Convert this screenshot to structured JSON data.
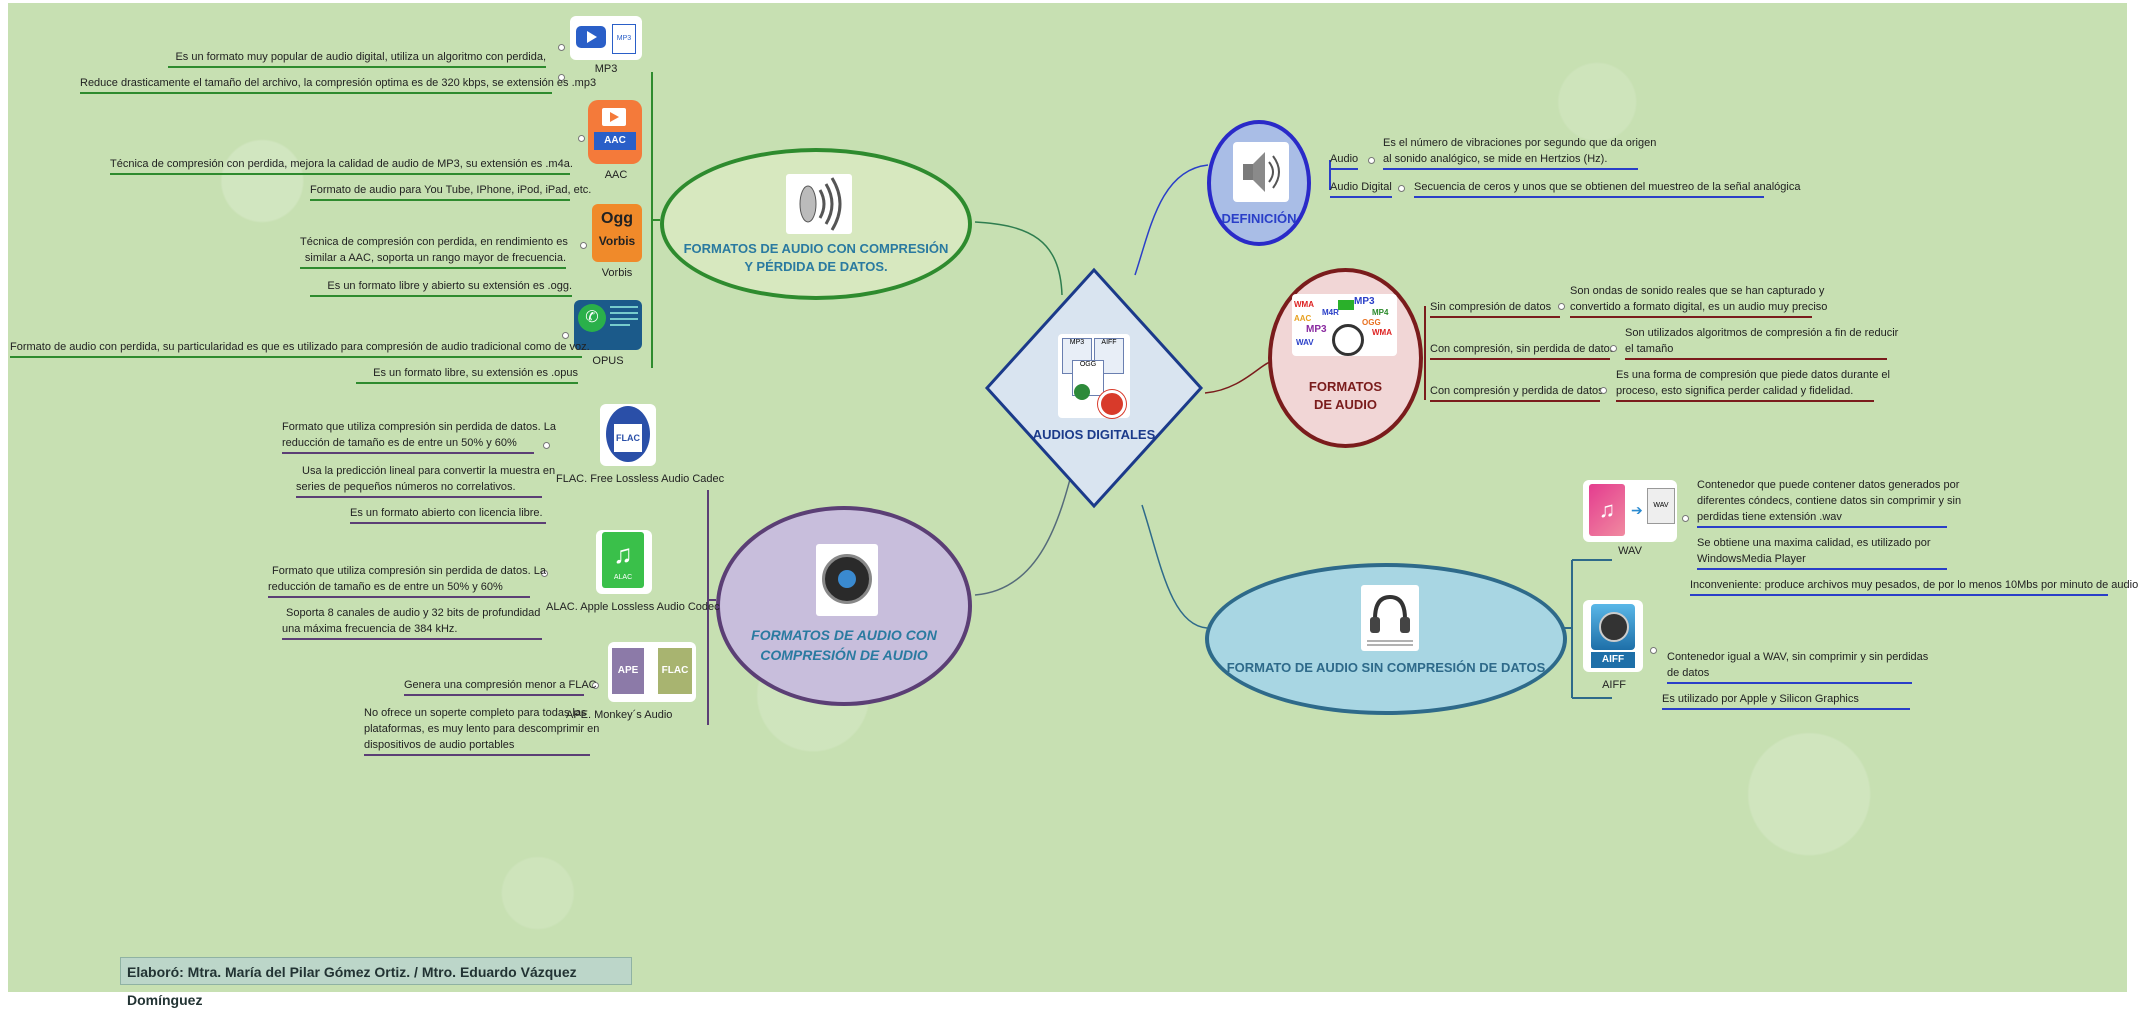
{
  "center": {
    "title": "AUDIOS DIGITALES"
  },
  "definicion": {
    "title": "DEFINICIÓN",
    "items": [
      {
        "label": "Audio",
        "desc": [
          "Es el número de vibraciones por segundo que da origen",
          "al sonido analógico, se mide en Hertzios (Hz)."
        ]
      },
      {
        "label": "Audio Digital",
        "desc": [
          "Secuencia de ceros y unos que se obtienen del muestreo de la señal analógica"
        ]
      }
    ]
  },
  "formatos": {
    "title": [
      "FORMATOS",
      "DE AUDIO"
    ],
    "items": [
      {
        "label": "Sin compresión de datos",
        "desc": [
          "Son ondas de sonido reales que se han capturado y",
          "convertido a formato digital, es un audio muy preciso"
        ]
      },
      {
        "label": "Con compresión, sin perdida de datos",
        "desc": [
          "Son utilizados algoritmos de compresión a fin de reducir",
          "el tamaño"
        ]
      },
      {
        "label": "Con compresión y perdida de datos",
        "desc": [
          "Es una forma de compresión que piede datos durante el",
          "proceso, esto significa perder calidad y fidelidad."
        ]
      }
    ],
    "icon_labels": [
      "WMA",
      "MP3",
      "M4R",
      "MP4",
      "AAC",
      "MP3",
      "OGG",
      "WAV",
      "WMA"
    ]
  },
  "sin_compresion": {
    "title": "FORMATO DE AUDIO SIN COMPRESIÓN DE DATOS",
    "wav": {
      "label": "WAV",
      "desc": [
        [
          "Contenedor que puede contener datos generados por",
          "diferentes cóndecs, contiene datos sin comprimir y sin",
          "perdidas tiene extensión .wav"
        ],
        [
          "Se obtiene una maxima calidad, es utilizado por",
          "WindowsMedia Player"
        ],
        [
          "Inconveniente: produce archivos muy pesados, de por lo menos 10Mbs por minuto de audio"
        ]
      ]
    },
    "aiff": {
      "label": "AIFF",
      "icon_text": "AIFF",
      "desc": [
        [
          "Contenedor igual a WAV, sin comprimir y sin perdidas",
          "de datos"
        ],
        [
          "Es utilizado por Apple y Silicon Graphics"
        ]
      ]
    }
  },
  "perdida": {
    "title": [
      "FORMATOS DE AUDIO CON COMPRESIÓN",
      "Y PÉRDIDA DE DATOS."
    ],
    "mp3": {
      "label": "MP3",
      "icon_text": "MP3",
      "desc": [
        "Es un formato muy popular de audio digital, utiliza un algoritmo con perdida,",
        "Reduce drasticamente el tamaño del archivo, la compresión optima es de 320 kbps, se extensión es .mp3"
      ]
    },
    "aac": {
      "label": "AAC",
      "icon_text": "AAC",
      "desc": [
        "Técnica de compresión con perdida, mejora la calidad de audio de MP3, su extensión es .m4a.",
        "Formato de audio para You Tube, IPhone, iPod, iPad, etc."
      ]
    },
    "vorbis": {
      "label": "Vorbis",
      "icon_text": [
        "Ogg",
        "Vorbis"
      ],
      "desc": [
        [
          "Técnica de compresión con perdida, en rendimiento es",
          "similar a AAC, soporta un rango mayor de frecuencia."
        ],
        [
          "Es un formato libre y abierto su extensión es .ogg."
        ]
      ]
    },
    "opus": {
      "label": "OPUS",
      "desc": [
        "Formato de audio con perdida, su particularidad es que es utilizado para compresión de audio tradicional como de voz.",
        "Es  un formato libre, su extensión es .opus"
      ]
    }
  },
  "con_compresion": {
    "title": [
      "FORMATOS DE AUDIO CON",
      "COMPRESIÓN DE AUDIO"
    ],
    "flac": {
      "label": "FLAC. Free Lossless Audio Cadec",
      "icon_text": "FLAC",
      "desc": [
        [
          "Formato que utiliza compresión sin perdida de datos. La",
          "reducción de tamaño es de entre un 50% y 60%"
        ],
        [
          "Usa la predicción lineal para convertir la muestra en",
          "series de pequeños números no correlativos."
        ],
        [
          "Es un formato abierto con licencia libre."
        ]
      ]
    },
    "alac": {
      "label": "ALAC. Apple Lossless Audio Codec",
      "icon_text": "ALAC",
      "desc": [
        [
          "Formato que utiliza compresión sin perdida de datos. La",
          "reducción de tamaño es de entre un 50% y 60%"
        ],
        [
          "Soporta 8 canales de audio y 32 bits de profundidad",
          "una máxima frecuencia de 384 kHz."
        ]
      ]
    },
    "ape": {
      "label": "APE. Monkey´s Audio",
      "icon_text": [
        "APE",
        "FLAC"
      ],
      "desc": [
        [
          "Genera una compresión menor a FLAC"
        ],
        [
          "No ofrece un soperte completo para todas las",
          "plataformas, es muy lento para descomprimir en",
          "dispositivos de audio portables"
        ]
      ]
    }
  },
  "footer": "Elaboró:  Mtra. María del Pilar Gómez Ortiz. / Mtro. Eduardo Vázquez Domínguez"
}
